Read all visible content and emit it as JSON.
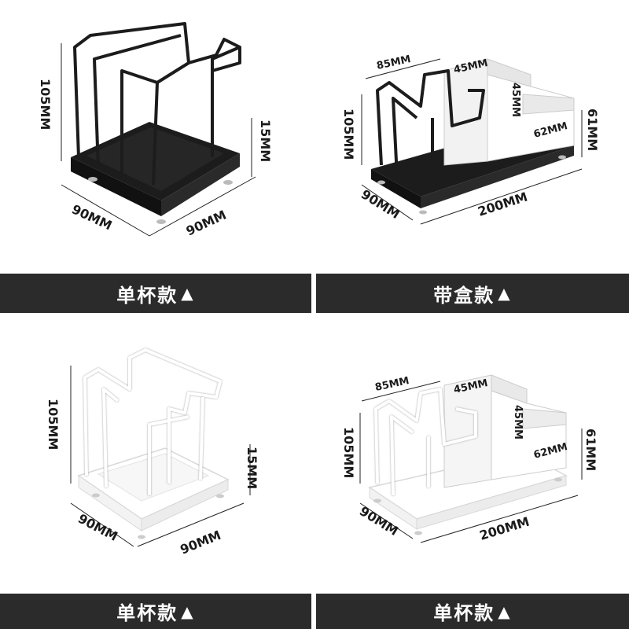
{
  "panels": {
    "tl": {
      "height": "105MM",
      "width1": "90MM",
      "width2": "90MM",
      "base": "15MM"
    },
    "tr": {
      "top": "85MM",
      "box_top": "45MM",
      "box_side": "45MM",
      "inner": "62MM",
      "height": "105MM",
      "right": "61MM",
      "depth": "90MM",
      "length": "200MM"
    },
    "bl": {
      "height": "105MM",
      "width1": "90MM",
      "width2": "90MM",
      "base": "15MM"
    },
    "br": {
      "top": "85MM",
      "box_top": "45MM",
      "box_side": "45MM",
      "inner": "62MM",
      "height": "105MM",
      "right": "61MM",
      "depth": "90MM",
      "length": "200MM"
    }
  },
  "banners": {
    "tl": {
      "label": "单杯款",
      "arrow": "▲"
    },
    "tr": {
      "label": "带盒款",
      "arrow": "▲"
    },
    "bl": {
      "label": "单杯款",
      "arrow": "▲"
    },
    "br": {
      "label": "单杯款",
      "arrow": "▲"
    }
  },
  "colors": {
    "black_model": "#1c1c1c",
    "white_model": "#ffffff",
    "banner_bg": "#2b2b2b"
  }
}
